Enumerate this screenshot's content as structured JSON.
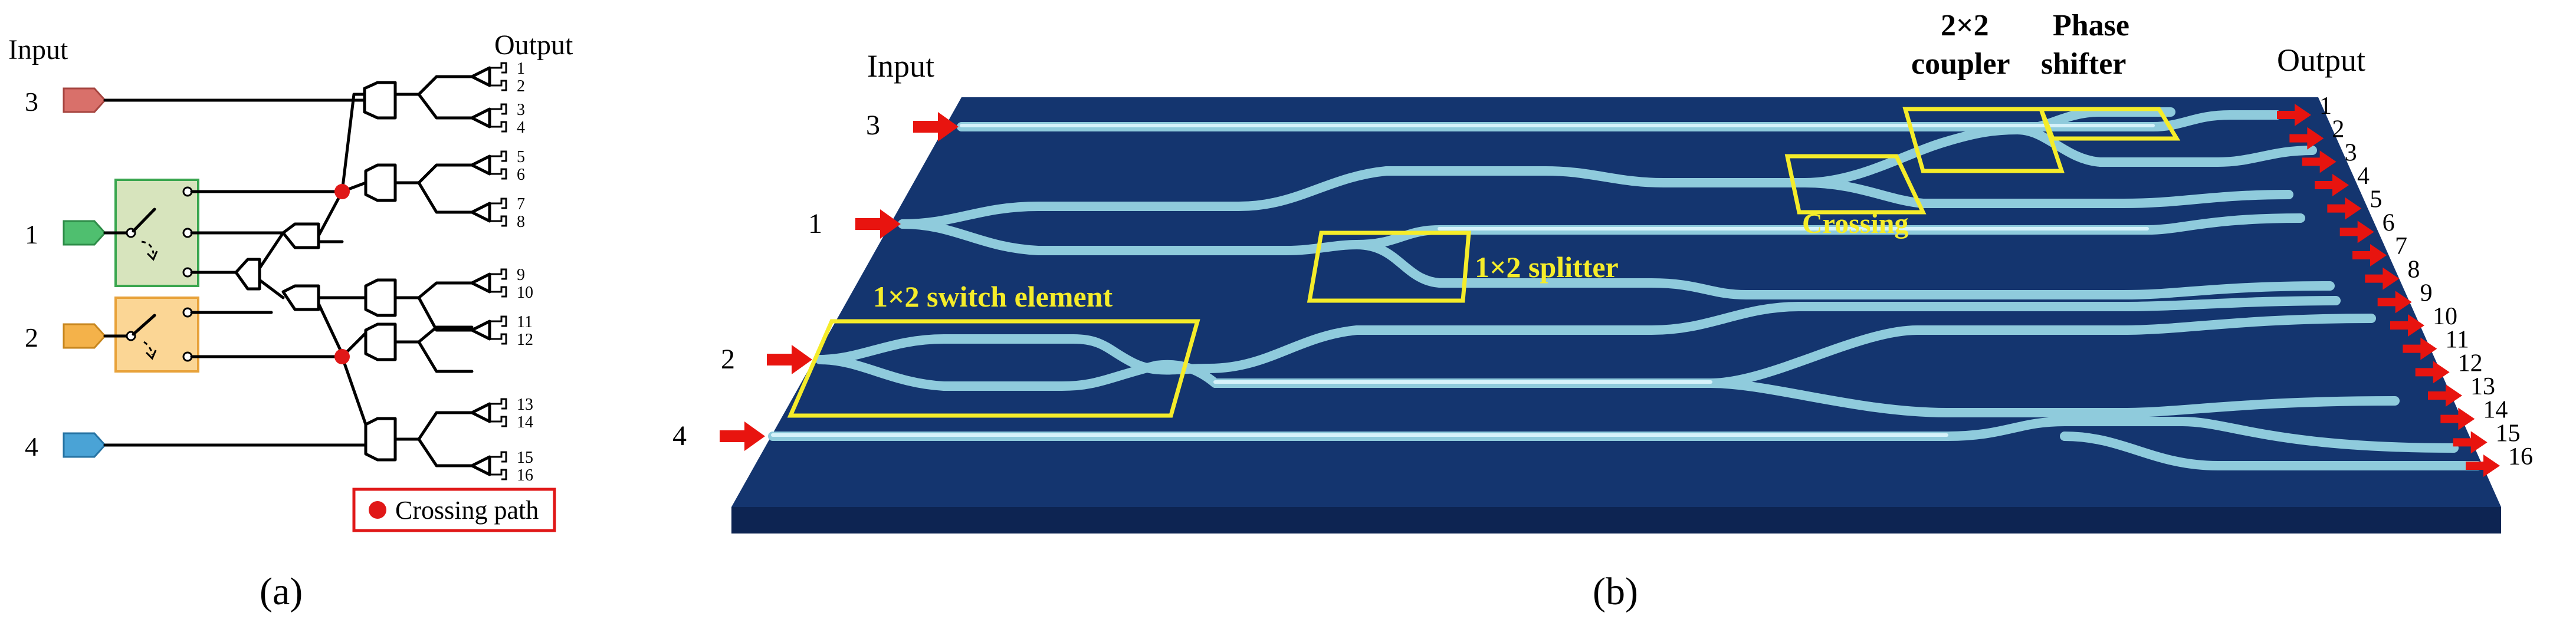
{
  "panel_a": {
    "input_label": "Input",
    "output_label": "Output",
    "input_numbers": [
      "3",
      "1",
      "2",
      "4"
    ],
    "output_numbers": [
      "1",
      "2",
      "3",
      "4",
      "5",
      "6",
      "7",
      "8",
      "9",
      "10",
      "11",
      "12",
      "13",
      "14",
      "15",
      "16"
    ],
    "legend_text": "Crossing path",
    "caption": "(a)",
    "colors": {
      "input3": "#d9706a",
      "input1": "#4fbf6f",
      "input2": "#f4b24a",
      "input4": "#4aa3d6",
      "switch1": "#d7e4bd",
      "switch2": "#fbd695",
      "crossing": "#e01818"
    }
  },
  "panel_b": {
    "input_label": "Input",
    "output_label": "Output",
    "input_numbers": [
      "3",
      "1",
      "2",
      "4"
    ],
    "output_numbers": [
      "1",
      "2",
      "3",
      "4",
      "5",
      "6",
      "7",
      "8",
      "9",
      "10",
      "11",
      "12",
      "13",
      "14",
      "15",
      "16"
    ],
    "annotations": {
      "coupler": [
        "2×2",
        "coupler"
      ],
      "phase": [
        "Phase",
        "shifter"
      ],
      "crossing": "Crossing",
      "splitter": "1×2 splitter",
      "switch": "1×2 switch element"
    },
    "caption": "(b)",
    "colors": {
      "substrate": "#14356f",
      "waveguide": "#8fcbdc",
      "highlight": "#f5ec2a",
      "arrow": "#e8140f"
    }
  }
}
